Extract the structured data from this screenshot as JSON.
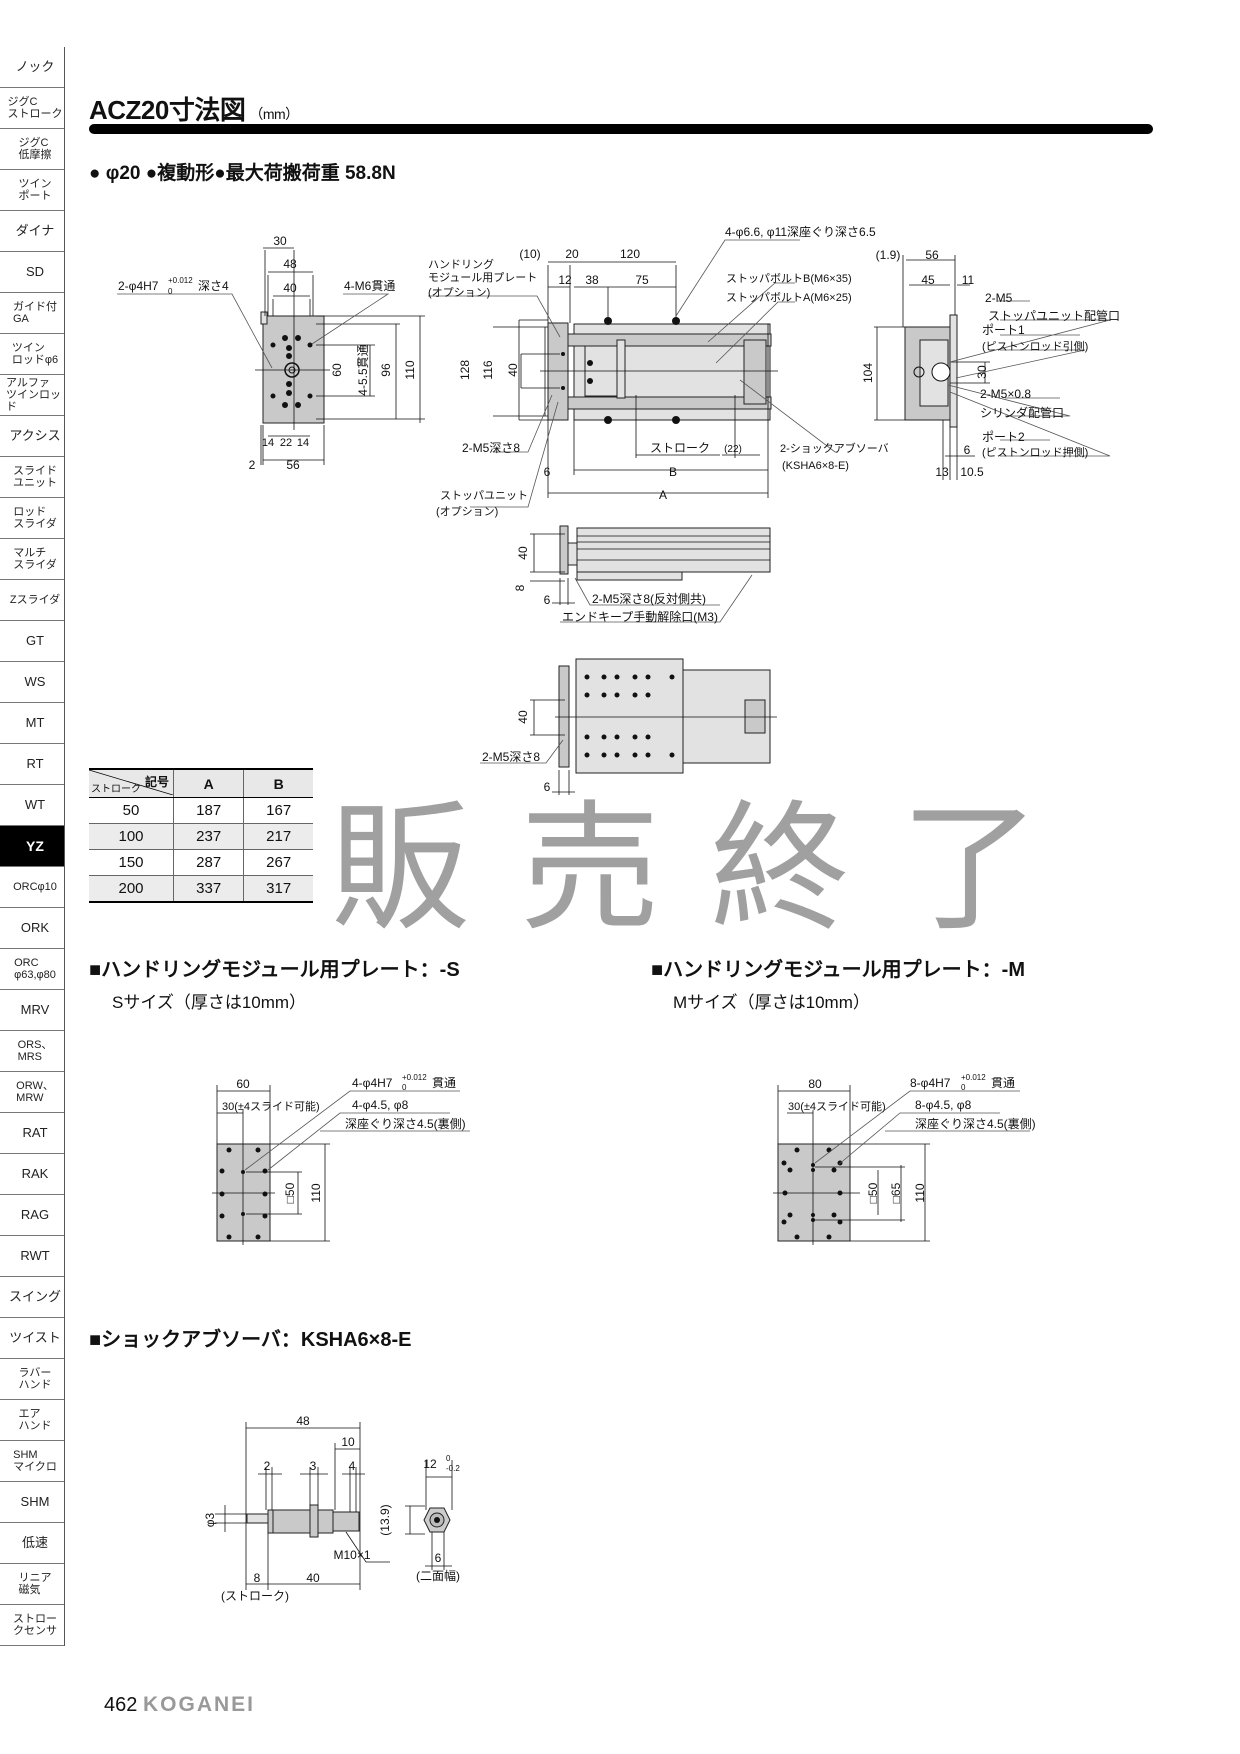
{
  "sidebar": {
    "items": [
      {
        "label": "ノック"
      },
      {
        "label": "ジグC\nストローク"
      },
      {
        "label": "ジグC\n低摩擦"
      },
      {
        "label": "ツイン\nポート"
      },
      {
        "label": "ダイナ"
      },
      {
        "label": "SD"
      },
      {
        "label": "ガイド付\nGA"
      },
      {
        "label": "ツイン\nロッドφ6"
      },
      {
        "label": "アルファ\nツインロッド"
      },
      {
        "label": "アクシス"
      },
      {
        "label": "スライド\nユニット"
      },
      {
        "label": "ロッド\nスライダ"
      },
      {
        "label": "マルチ\nスライダ"
      },
      {
        "label": "Zスライダ"
      },
      {
        "label": "GT"
      },
      {
        "label": "WS"
      },
      {
        "label": "MT"
      },
      {
        "label": "RT"
      },
      {
        "label": "WT"
      },
      {
        "label": "YZ",
        "active": true
      },
      {
        "label": "ORCφ10"
      },
      {
        "label": "ORK"
      },
      {
        "label": "ORC\nφ63,φ80"
      },
      {
        "label": "MRV"
      },
      {
        "label": "ORS、\nMRS"
      },
      {
        "label": "ORW、\nMRW"
      },
      {
        "label": "RAT"
      },
      {
        "label": "RAK"
      },
      {
        "label": "RAG"
      },
      {
        "label": "RWT"
      },
      {
        "label": "スイング"
      },
      {
        "label": "ツイスト"
      },
      {
        "label": "ラバー\nハンド"
      },
      {
        "label": "エア\nハンド"
      },
      {
        "label": "SHM\nマイクロ"
      },
      {
        "label": "SHM"
      },
      {
        "label": "低速"
      },
      {
        "label": "リニア\n磁気"
      },
      {
        "label": "ストロー\nクセンサ"
      }
    ]
  },
  "header": {
    "title": "ACZ20寸法図",
    "unit": "（mm）",
    "spec": "● φ20 ●複動形●最大荷搬荷重 58.8N"
  },
  "drawings": {
    "front": {
      "dim_30": "30",
      "dim_48": "48",
      "dim_40": "40",
      "pin_a": "2-φ4H7",
      "pin_tol_up": "+0.012",
      "pin_tol_lo": "0",
      "pin_b": "深さ4",
      "m6": "4-M6貫通",
      "dim_60": "60",
      "dim_thru": "4-5.5貫通",
      "dim_96": "96",
      "dim_110": "110",
      "dim_14a": "14",
      "dim_22": "22",
      "dim_14b": "14",
      "dim_2": "2",
      "dim_56": "56"
    },
    "top": {
      "dim_10": "(10)",
      "dim_20": "20",
      "dim_120": "120",
      "dim_12": "12",
      "dim_38": "38",
      "dim_75": "75",
      "plate_1": "ハンドリング",
      "plate_2": "モジュール用プレート",
      "plate_3": "(オプション)",
      "cbore": "4-φ6.6, φ11深座ぐり深さ6.5",
      "bolt_b": "ストッパボルトB(M6×35)",
      "bolt_a": "ストッパボルトA(M6×25)",
      "dim_128": "128",
      "dim_116": "116",
      "dim_40": "40",
      "m5": "2-M5深さ8",
      "dim_6": "6",
      "stopper_1": "ストッパユニット",
      "stopper_2": "(オプション)",
      "stroke": "ストローク",
      "dim_22": "(22)",
      "dim_b": "B",
      "dim_a": "A",
      "shock_1": "2-ショックアブソーバ",
      "shock_2": "(KSHA6×8-E)"
    },
    "side": {
      "dim_19": "(1.9)",
      "dim_56": "56",
      "dim_45": "45",
      "dim_11": "11",
      "m5": "2-M5",
      "stop_port": "ストッパユニット配管口",
      "port1": "ポート1",
      "port1_sub": "(ピストンロッド引側)",
      "dim_104": "104",
      "dim_30": "30",
      "m5x": "2-M5×0.8",
      "cyl_port": "シリンダ配管口",
      "port2": "ポート2",
      "port2_sub": "(ピストンロッド押側)",
      "dim_6": "6",
      "dim_13": "13",
      "dim_105": "10.5"
    },
    "bottom1": {
      "dim_40": "40",
      "dim_8": "8",
      "dim_6": "6",
      "m5": "2-M5深さ8(反対側共)",
      "endkeep": "エンドキープ手動解除口(M3)"
    },
    "bottom2": {
      "dim_40": "40",
      "m5": "2-M5深さ8",
      "dim_6": "6"
    },
    "plate_s": {
      "dim_60": "60",
      "dim_30": "30(±4スライド可能)",
      "pin_a": "4-φ4H7",
      "pin_tol_up": "+0.012",
      "pin_tol_lo": "0",
      "pin_b": "貫通",
      "hole": "4-φ4.5, φ8",
      "cbore": "深座ぐり深さ4.5(裏側)",
      "sq50": "□50",
      "dim_110": "110"
    },
    "plate_m": {
      "dim_80": "80",
      "dim_30": "30(±4スライド可能)",
      "pin_a": "8-φ4H7",
      "pin_tol_up": "+0.012",
      "pin_tol_lo": "0",
      "pin_b": "貫通",
      "hole": "8-φ4.5, φ8",
      "cbore": "深座ぐり深さ4.5(裏側)",
      "sq50": "□50",
      "sq65": "□65",
      "dim_110": "110"
    },
    "shock": {
      "dim_48": "48",
      "dim_10": "10",
      "dim_2": "2",
      "dim_3": "3",
      "dim_4": "4",
      "dia3": "φ3",
      "thread": "M10×1",
      "dim_8": "8",
      "dim_40": "40",
      "stroke": "(ストローク)",
      "dim_12": "12",
      "tol_up": "0",
      "tol_lo": "-0.2",
      "dim_139": "(13.9)",
      "dim_6": "6",
      "flats": "(二面幅)"
    }
  },
  "table": {
    "corner_key": "記号",
    "corner_stroke": "ストローク",
    "col_a": "A",
    "col_b": "B",
    "rows": [
      {
        "stroke": "50",
        "a": "187",
        "b": "167"
      },
      {
        "stroke": "100",
        "a": "237",
        "b": "217"
      },
      {
        "stroke": "150",
        "a": "287",
        "b": "267"
      },
      {
        "stroke": "200",
        "a": "337",
        "b": "317"
      }
    ]
  },
  "watermark": "販売終了",
  "sections": {
    "plate_s_title": "■ハンドリングモジュール用プレート：-S",
    "plate_s_sub": "Sサイズ（厚さは10mm）",
    "plate_m_title": "■ハンドリングモジュール用プレート：-M",
    "plate_m_sub": "Mサイズ（厚さは10mm）",
    "shock_title": "■ショックアブソーバ：KSHA6×8-E"
  },
  "footer": {
    "page": "462",
    "brand": "KOGANEI"
  }
}
